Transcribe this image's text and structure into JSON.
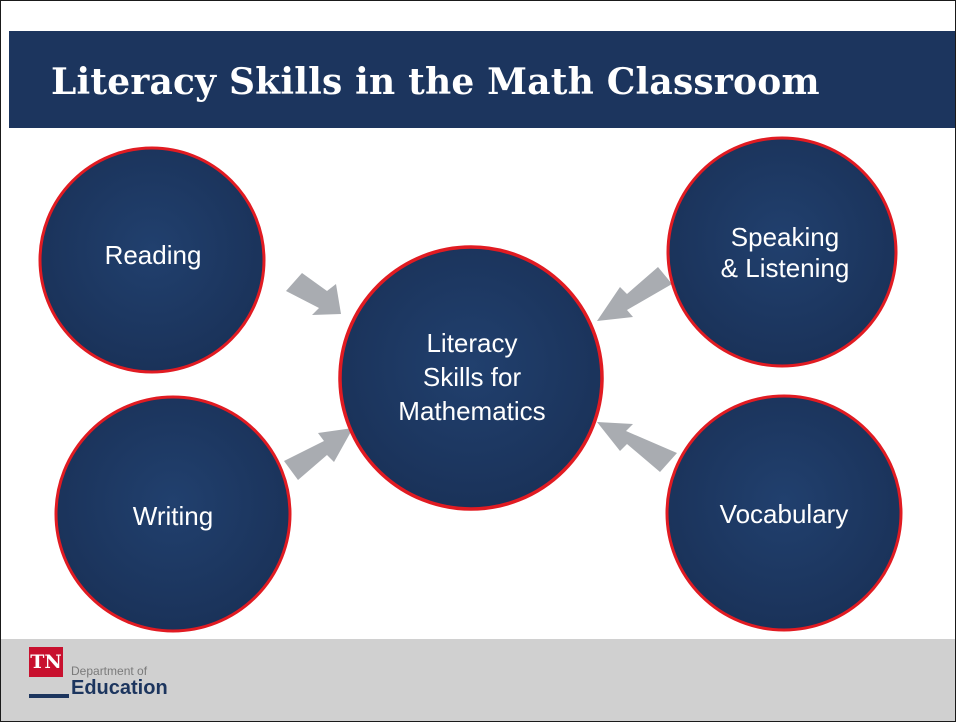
{
  "slide": {
    "title": "Literacy Skills in the Math Classroom"
  },
  "diagram": {
    "center": {
      "lines": [
        "Literacy",
        "Skills for",
        "Mathematics"
      ]
    },
    "nodes": [
      {
        "id": "reading",
        "lines": [
          "Reading"
        ]
      },
      {
        "id": "speaking",
        "lines": [
          "Speaking",
          "& Listening"
        ]
      },
      {
        "id": "writing",
        "lines": [
          "Writing"
        ]
      },
      {
        "id": "vocabulary",
        "lines": [
          "Vocabulary"
        ]
      }
    ],
    "colors": {
      "circle_fill": "#1c355e",
      "circle_stroke": "#e11b22",
      "arrow": "#a9acb1"
    }
  },
  "footer": {
    "logo": {
      "tn": "TN",
      "department": "Department of",
      "education": "Education"
    }
  }
}
